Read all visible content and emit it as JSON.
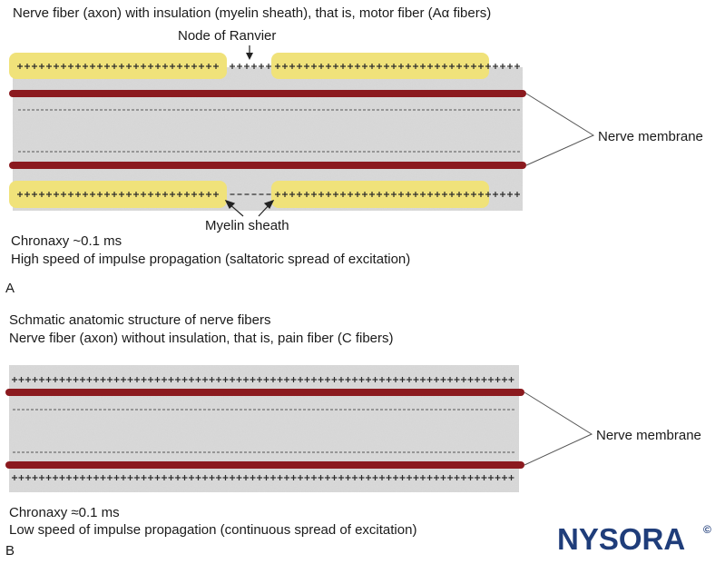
{
  "panel_a": {
    "title": "Nerve fiber (axon) with insulation (myelin sheath), that is, motor fiber (Aα fibers)",
    "node_label": "Node of Ranvier",
    "myelin_label": "Myelin sheath",
    "membrane_label": "Nerve membrane",
    "chronaxy": "Chronaxy  ~0.1 ms",
    "speed": "High speed of impulse propagation (saltatoric spread of excitation)",
    "letter": "A"
  },
  "panel_b": {
    "heading": "Schmatic anatomic structure of nerve fibers",
    "title": "Nerve fiber (axon) without insulation, that is, pain fiber (C fibers)",
    "membrane_label": "Nerve membrane",
    "chronaxy": "Chronaxy  ≈0.1 ms",
    "speed": "Low speed of impulse propagation (continuous spread of excitation)",
    "letter": "B"
  },
  "logo": {
    "text": "NYSORA",
    "mark": "©"
  },
  "colors": {
    "axon": "#d9d9d9",
    "membrane": "#8b1a1f",
    "myelin": "#f0e27a",
    "logo": "#1f3d7a"
  }
}
